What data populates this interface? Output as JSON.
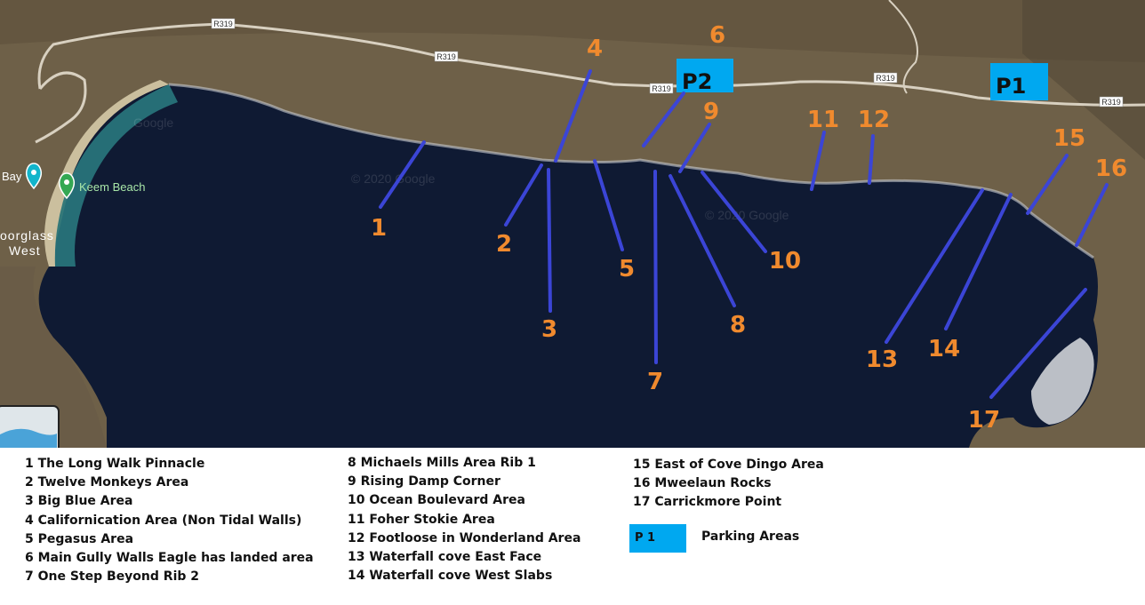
{
  "map": {
    "road_label": "R319",
    "poi_bay_label": "Bay",
    "poi_beach_label": "Keem Beach",
    "poi_west_label_1": "oorglass",
    "poi_west_label_2": "West",
    "watermark": "© 2020 Google",
    "watermark_small": "Google",
    "parking": [
      {
        "id": "p1",
        "label": "P1"
      },
      {
        "id": "p2",
        "label": "P2"
      }
    ],
    "markers": [
      "1",
      "2",
      "3",
      "4",
      "5",
      "6",
      "7",
      "8",
      "9",
      "10",
      "11",
      "12",
      "13",
      "14",
      "15",
      "16",
      "17"
    ],
    "colors": {
      "sea": "#0f1a33",
      "land": "#6e6048",
      "pointer_line": "#3b45d6",
      "marker_text": "#f08a2e",
      "parking_box": "#00a8f0"
    }
  },
  "legend": {
    "col1": [
      "1 The Long Walk Pinnacle",
      "2 Twelve Monkeys Area",
      "3 Big Blue Area",
      "4 Californication Area (Non Tidal Walls)",
      "5 Pegasus Area",
      "6 Main Gully Walls Eagle has landed area",
      "7 One Step Beyond Rib 2"
    ],
    "col2": [
      "8 Michaels Mills Area Rib 1",
      "9 Rising Damp Corner",
      "10 Ocean Boulevard Area",
      "11 Foher Stokie Area",
      "12 Footloose in Wonderland Area",
      "13 Waterfall cove East Face",
      "14 Waterfall cove West Slabs"
    ],
    "col3": [
      "15 East of Cove Dingo Area",
      "16 Mweelaun Rocks",
      "17 Carrickmore Point"
    ],
    "parking_key": "P 1",
    "parking_key_label": "Parking Areas"
  }
}
